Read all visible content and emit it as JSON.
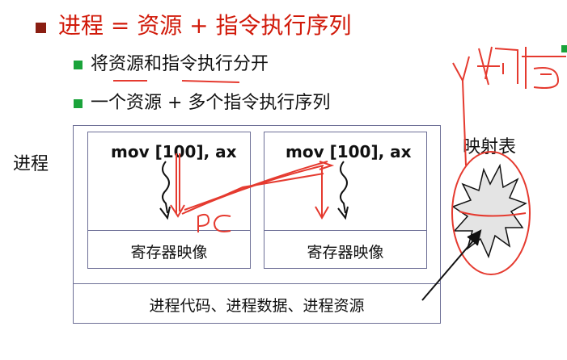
{
  "title": "进程 = 资源 + 指令执行序列",
  "bullets": [
    {
      "text": "将资源和指令执行分开"
    },
    {
      "text": "一个资源 + 多个指令执行序列"
    }
  ],
  "process_label": "进程",
  "mapping_label": "映射表",
  "threads": [
    {
      "code": "mov [100], ax",
      "register_label": "寄存器映像"
    },
    {
      "code": "mov [100], ax",
      "register_label": "寄存器映像"
    }
  ],
  "bottom_label": "进程代码、进程数据、进程资源",
  "colors": {
    "title": "#d11a0a",
    "bullet": "#1aa33a",
    "box_border": "#6d6f96",
    "annotation": "#e53a2f",
    "title_bullet": "#8a1e12"
  }
}
